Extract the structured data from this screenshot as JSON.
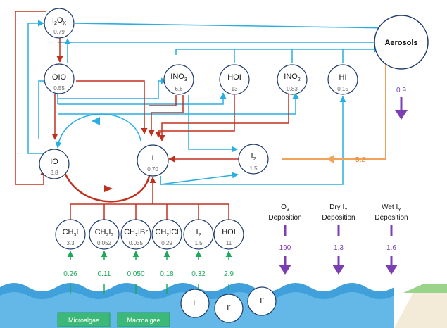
{
  "colors": {
    "blue_arrow": "#29aee3",
    "red_arrow": "#c0301f",
    "orange_arrow": "#f2a35a",
    "purple_arrow": "#7b3fb3",
    "green_arrow": "#1fa85a",
    "ocean": "#3fa0dc",
    "algae": "#3cb878"
  },
  "nodes": {
    "i2ox": {
      "label_main": "I",
      "label_sub1": "2",
      "label_mid": "O",
      "label_sub2": "X",
      "value": "0.79"
    },
    "oio": {
      "label": "OIO",
      "value": "0.55"
    },
    "io": {
      "label": "IO",
      "value": "3.8"
    },
    "i": {
      "label": "I",
      "value": "0.70"
    },
    "ino3": {
      "label_main": "INO",
      "label_sub": "3",
      "value": "6.6"
    },
    "hoi": {
      "label": "HOI",
      "value": "13"
    },
    "ino2": {
      "label_main": "INO",
      "label_sub": "2",
      "value": "0.83"
    },
    "hi": {
      "label": "HI",
      "value": "0.15"
    },
    "i2": {
      "label_main": "I",
      "label_sub": "2",
      "value": "1.5"
    },
    "aerosols": {
      "label": "Aerosols"
    }
  },
  "sources": [
    {
      "id": "ch3i",
      "main": "CH",
      "sub": "3",
      "tail": "I",
      "value": "3.3",
      "flux": "0.26"
    },
    {
      "id": "ch2i2",
      "main": "CH",
      "sub": "2",
      "tail": "I",
      "sub2": "2",
      "value": "0.052",
      "flux": "0.11"
    },
    {
      "id": "ch2ibr",
      "main": "CH",
      "sub": "2",
      "tail": "IBr",
      "value": "0.035",
      "flux": "0.050"
    },
    {
      "id": "ch2icl",
      "main": "CH",
      "sub": "2",
      "tail": "ICl",
      "value": "0.29",
      "flux": "0.18"
    },
    {
      "id": "i2src",
      "main": "I",
      "sub": "2",
      "tail": "",
      "value": "1.5",
      "flux": "0.32"
    },
    {
      "id": "hoisrc",
      "main": "HOI",
      "sub": "",
      "tail": "",
      "value": "11",
      "flux": "2.9"
    }
  ],
  "aerosol_deposition": "0.9",
  "aerosol_uptake": "5.2",
  "deposition": [
    {
      "id": "o3",
      "line1_main": "O",
      "line1_sub": "3",
      "line2": "Deposition",
      "value": "190"
    },
    {
      "id": "dry",
      "line1_main": "Dry I",
      "line1_sub": "Y",
      "line2": "Deposition",
      "value": "1.3"
    },
    {
      "id": "wet",
      "line1_main": "Wet I",
      "line1_sub": "Y",
      "line2": "Deposition",
      "value": "1.6"
    }
  ],
  "iodide": {
    "main": "I",
    "sup": "-"
  },
  "algae": {
    "micro": "Microalgae",
    "macro": "Macroalgae"
  }
}
